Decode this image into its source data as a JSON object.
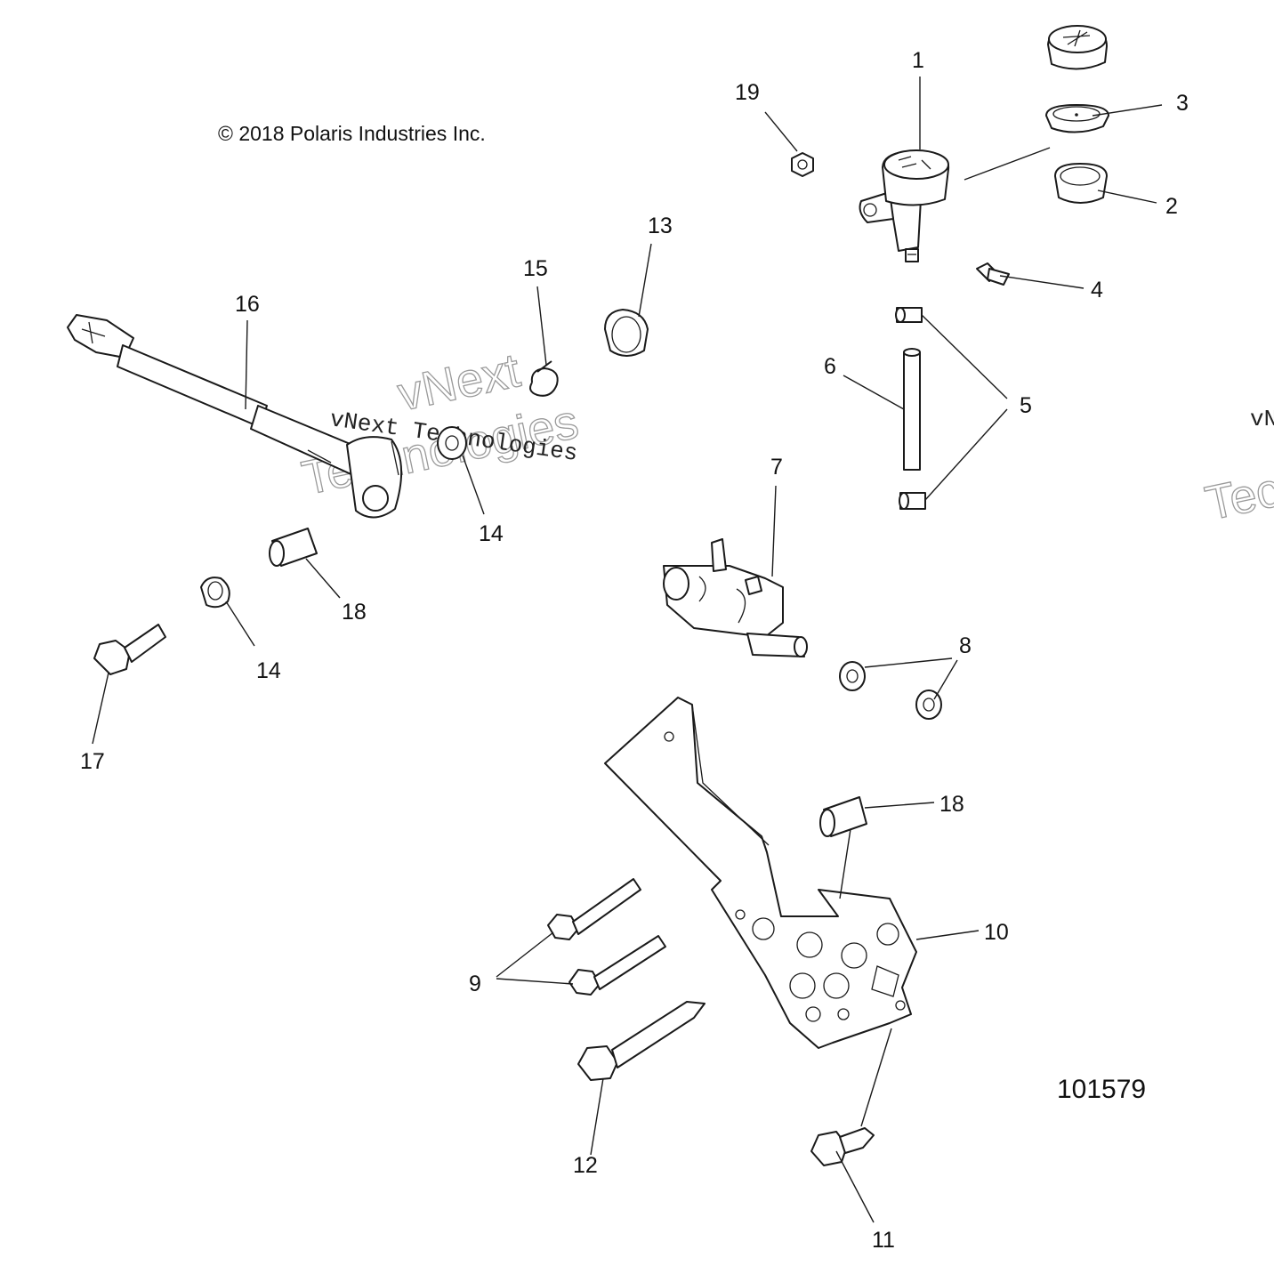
{
  "diagram": {
    "copyright": "© 2018 Polaris Industries Inc.",
    "figure_number": "101579",
    "watermark": {
      "line1": "vNext",
      "line2": "Technologies",
      "inline": "vNext Technologies",
      "edge_partial_top": "vN",
      "edge_partial_bottom": "Tec"
    },
    "callouts": [
      {
        "id": "c1",
        "label": "1"
      },
      {
        "id": "c2",
        "label": "2"
      },
      {
        "id": "c3",
        "label": "3"
      },
      {
        "id": "c4",
        "label": "4"
      },
      {
        "id": "c5",
        "label": "5"
      },
      {
        "id": "c6",
        "label": "6"
      },
      {
        "id": "c7",
        "label": "7"
      },
      {
        "id": "c8",
        "label": "8"
      },
      {
        "id": "c9",
        "label": "9"
      },
      {
        "id": "c10",
        "label": "10"
      },
      {
        "id": "c11",
        "label": "11"
      },
      {
        "id": "c12",
        "label": "12"
      },
      {
        "id": "c13",
        "label": "13"
      },
      {
        "id": "c14a",
        "label": "14"
      },
      {
        "id": "c14b",
        "label": "14"
      },
      {
        "id": "c15",
        "label": "15"
      },
      {
        "id": "c16",
        "label": "16"
      },
      {
        "id": "c17",
        "label": "17"
      },
      {
        "id": "c18a",
        "label": "18"
      },
      {
        "id": "c18b",
        "label": "18"
      },
      {
        "id": "c19",
        "label": "19"
      }
    ]
  }
}
